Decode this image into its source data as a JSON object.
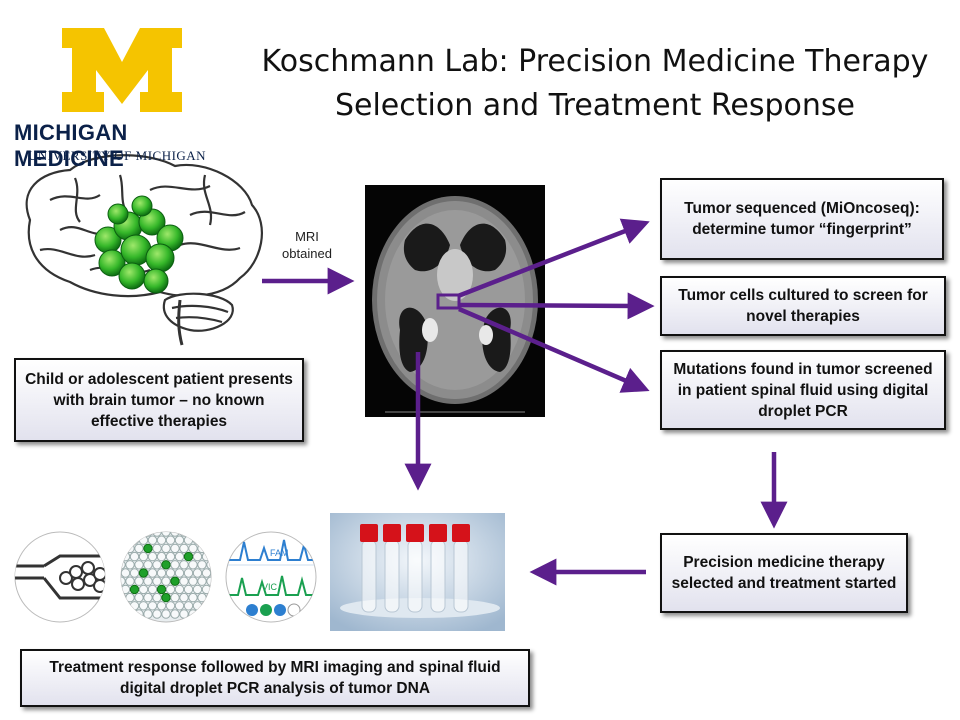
{
  "title": {
    "line1": "Koschmann Lab: Precision Medicine Therapy",
    "line2": "Selection and Treatment Response"
  },
  "logo": {
    "name_line": "MICHIGAN MEDICINE",
    "sub_line": "UNIVERSITY OF MICHIGAN",
    "colors": {
      "maize": "#f5c400",
      "blue": "#0b2149"
    }
  },
  "mri_label": {
    "line1": "MRI",
    "line2": "obtained"
  },
  "boxes": {
    "patient": "Child or adolescent patient presents with brain  tumor – no known effective therapies",
    "sequenced": "Tumor sequenced (MiOncoseq): determine tumor “fingerprint”",
    "cultured": "Tumor cells cultured to screen for novel therapies",
    "mutations": "Mutations found in tumor screened in patient spinal fluid using digital droplet PCR",
    "therapy": "Precision medicine therapy selected and treatment started",
    "response": "Treatment response followed by MRI imaging and spinal fluid digital droplet PCR analysis of tumor DNA"
  },
  "ddpcr_labels": {
    "fam": "FAM",
    "vic": "VIC"
  },
  "arrow_color": "#5b1f8c"
}
